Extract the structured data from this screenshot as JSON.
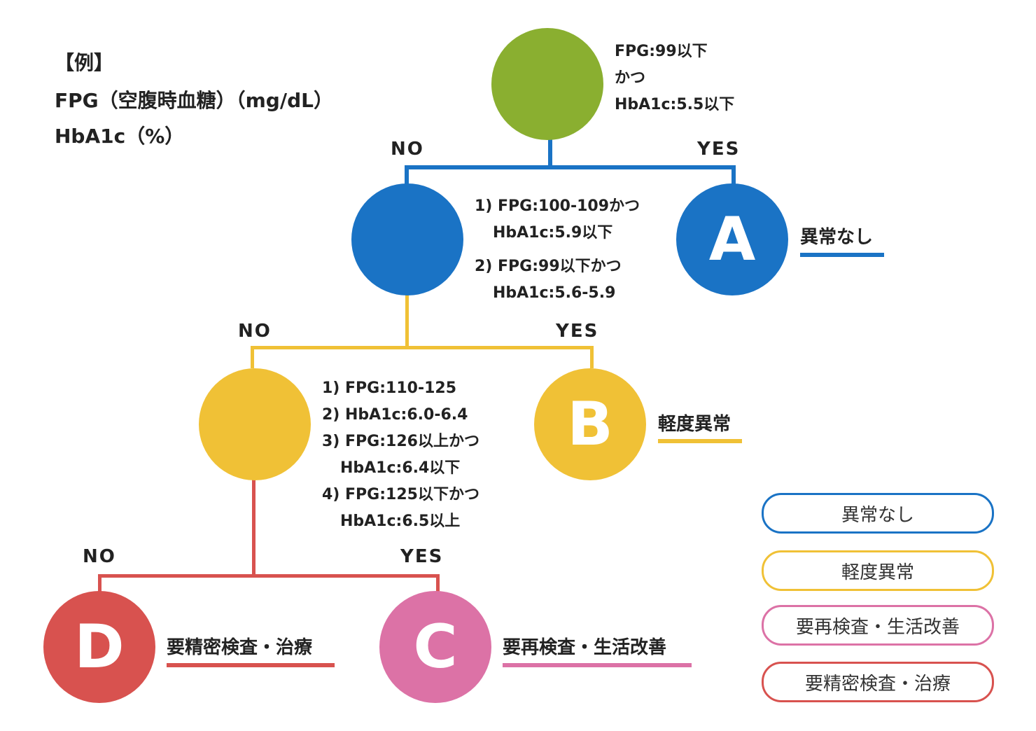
{
  "header": {
    "example": "【例】",
    "fpg_unit": "FPG（空腹時血糖）（mg/dL）",
    "hba1c_unit": "HbA1c（%）"
  },
  "nodes": {
    "start": {
      "condition": [
        "FPG:99以下",
        "かつ",
        "HbA1c:5.5以下"
      ]
    },
    "level2": {
      "condition": [
        "1) FPG:100-109かつ",
        "HbA1c:5.9以下",
        "2) FPG:99以下かつ",
        "HbA1c:5.6-5.9"
      ]
    },
    "level3": {
      "condition": [
        "1) FPG:110-125",
        "2) HbA1c:6.0-6.4",
        "3) FPG:126以上かつ",
        "HbA1c:6.4以下",
        "4) FPG:125以下かつ",
        "HbA1c:6.5以上"
      ]
    }
  },
  "branches": {
    "no": "NO",
    "yes": "YES"
  },
  "results": {
    "A": {
      "letter": "A",
      "label": "異常なし",
      "color": "#1a73c5"
    },
    "B": {
      "letter": "B",
      "label": "軽度異常",
      "color": "#f0c136"
    },
    "C": {
      "letter": "C",
      "label": "要再検査・生活改善",
      "color": "#dc72a6"
    },
    "D": {
      "letter": "D",
      "label": "要精密検査・治療",
      "color": "#d8524f"
    }
  },
  "legend": [
    {
      "label": "異常なし",
      "color": "#1a73c5"
    },
    {
      "label": "軽度異常",
      "color": "#f0c136"
    },
    {
      "label": "要再検査・生活改善",
      "color": "#dc72a6"
    },
    {
      "label": "要精密検査・治療",
      "color": "#d8524f"
    }
  ],
  "colors": {
    "start_node": "#8aaf30",
    "blue": "#1a73c5",
    "yellow": "#f0c136",
    "red": "#d8524f",
    "pink": "#dc72a6"
  }
}
